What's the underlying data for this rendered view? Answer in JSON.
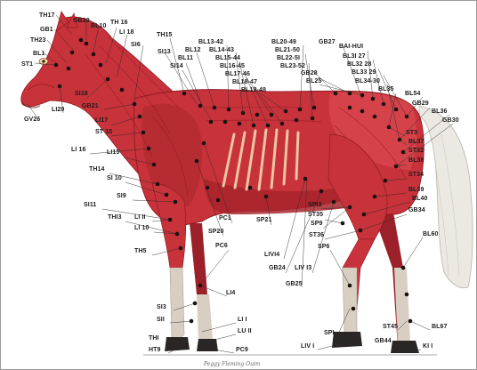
{
  "labels": {
    "th17": "TH17",
    "gb20": "GB20",
    "bl10": "BL10",
    "th16": "TH 16",
    "gb1": "GB1",
    "li18": "LI 18",
    "th23": "TH23",
    "si16": "SI6",
    "bl1": "BL1",
    "th15": "TH15",
    "st1": "ST1",
    "si13": "SI13",
    "bl11": "BL11",
    "si14": "SI14",
    "bl12": "BL12",
    "bl13_42": "BL13-42",
    "bl14_43": "BL14-43",
    "bl15_44": "BL15-44",
    "bl16_45": "BL16-45",
    "bl17_46": "BL17-46",
    "bl18_47": "BL18-47",
    "bl19_48": "BL19-48",
    "bl20_49": "BL20-49",
    "bl21_50": "BL21-50",
    "bl22_51": "BL22-5I",
    "bl23_52": "BL23-52",
    "gb28": "GB28",
    "bl25": "BL25",
    "gb27": "GB27",
    "baihui": "BAI-HUI",
    "bl31_27": "BL3I 27",
    "bl32_28": "BL32 28",
    "bl33_29": "BL33 29",
    "bl34_30": "BL34-30",
    "bl35": "BL35",
    "bl54": "BL54",
    "gb29": "GB29",
    "bl36": "BL36",
    "gb30": "GB30",
    "si18": "SI18",
    "li20": "LI20",
    "gv26": "GV26",
    "gb21": "GB21",
    "li17": "LI17",
    "st10": "ST 10",
    "li16": "LI 16",
    "li15": "LI15",
    "th14": "TH14",
    "si10": "SI 10",
    "si9": "SI9",
    "si11": "SI11",
    "th13": "THI3",
    "li11": "LI II",
    "li10": "LI 10",
    "th5": "TH5",
    "pc1": "PC1",
    "sp21": "SP21",
    "sp20": "SP20",
    "pc6": "PC6",
    "liv14": "LIVI4",
    "gb24": "GB24",
    "liv13": "LIV I3",
    "gb25": "GB25",
    "sp13": "SPI3",
    "st35": "ST35",
    "sp9": "SP9",
    "st36": "ST36",
    "sp6": "SP6",
    "st3x": "ST3",
    "bl37": "BL37",
    "st32": "ST32",
    "bl38": "BL38",
    "st34": "ST34",
    "bl39": "BL39",
    "bl40": "BL40",
    "gb34": "GB34",
    "bl60": "BL60",
    "li4": "LI4",
    "si3": "SI3",
    "si1": "SII",
    "li1": "LI I",
    "lu11": "LU II",
    "th1": "THI",
    "ht9": "HT9",
    "pc9": "PC9",
    "sp1": "SPI",
    "liv1": "LIV I",
    "st45": "ST45",
    "bl67": "BL67",
    "gb44": "GB44",
    "ki1": "KI I"
  },
  "signature": "Peggy Fleming Ouim",
  "colors": {
    "muscle": "#c8323a",
    "muscle_dark": "#8f1a22",
    "muscle_light": "#e2737a",
    "skin": "#d8cfc2",
    "point": "#1a1010",
    "line": "#2a2a2a"
  }
}
